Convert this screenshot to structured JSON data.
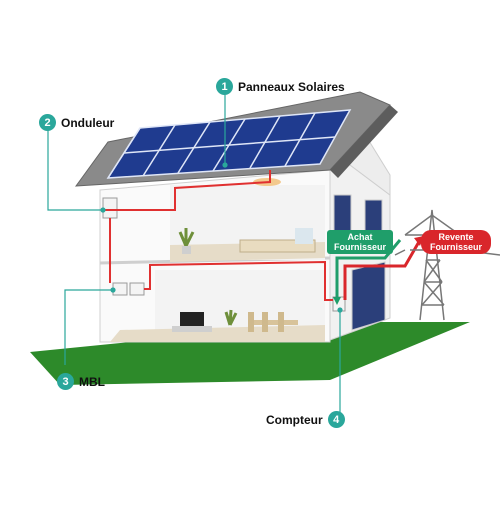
{
  "callouts": [
    {
      "num": "1",
      "label": "Panneaux Solaires"
    },
    {
      "num": "2",
      "label": "Onduleur"
    },
    {
      "num": "3",
      "label": "MBL"
    },
    {
      "num": "4",
      "label": "Compteur"
    }
  ],
  "tags": {
    "buy": {
      "line1": "Achat",
      "line2": "Fournisseur"
    },
    "sell": {
      "line1": "Revente",
      "line2": "Fournisseur"
    }
  },
  "colors": {
    "teal": "#2aa79b",
    "wire_red": "#e03030",
    "buy_green": "#1f9e6a",
    "sell_red": "#d9262b",
    "solar_blue": "#1f3b8f",
    "grass": "#2d8a2a"
  }
}
